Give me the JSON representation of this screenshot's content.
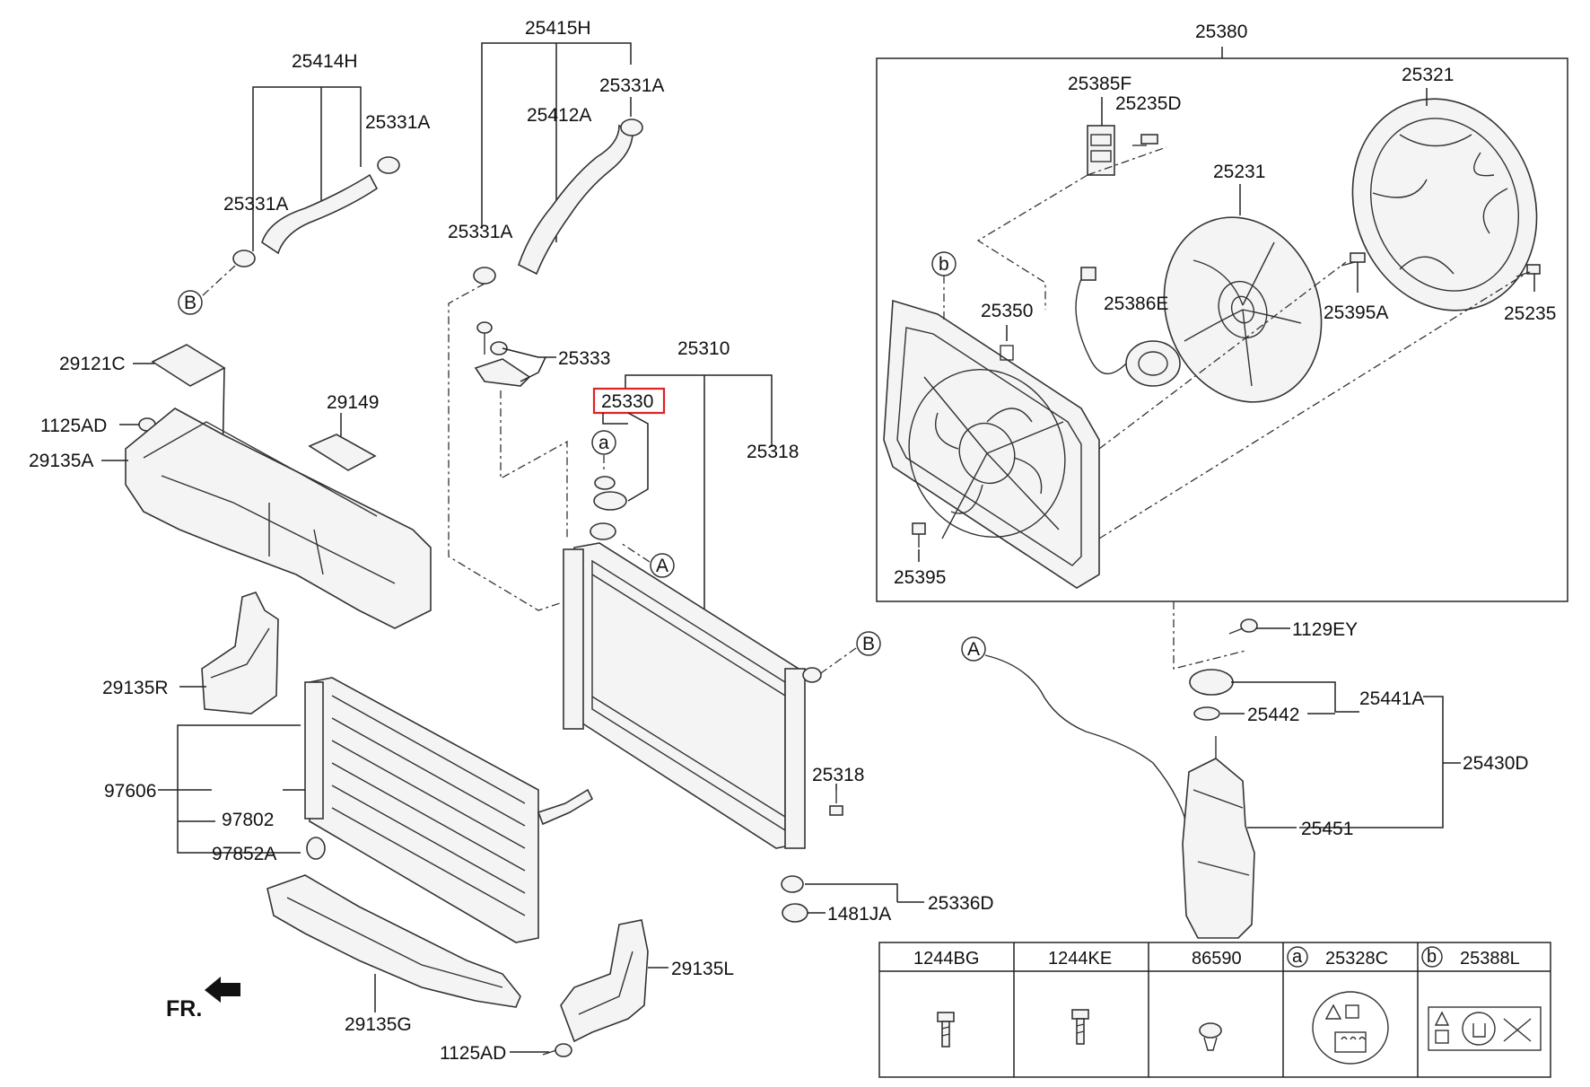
{
  "callouts": {
    "p25380": "25380",
    "p25385F": "25385F",
    "p25235D": "25235D",
    "p25321": "25321",
    "p25231": "25231",
    "p25350": "25350",
    "p25386E": "25386E",
    "p25395A": "25395A",
    "p25235": "25235",
    "p25395": "25395",
    "p25415H": "25415H",
    "p25331A_top": "25331A",
    "p25412A": "25412A",
    "p25414H": "25414H",
    "p25331A_left": "25331A",
    "p25331A_mid": "25331A",
    "p25331A_hose": "25331A",
    "p29121C": "29121C",
    "p1125AD_top": "1125AD",
    "p29135A": "29135A",
    "p29149": "29149",
    "p25333": "25333",
    "p25310": "25310",
    "p25330": "25330",
    "p25318_top": "25318",
    "p25318_bottom": "25318",
    "p29135R": "29135R",
    "p97606": "97606",
    "p97802": "97802",
    "p97852A": "97852A",
    "p25336D": "25336D",
    "p1481JA": "1481JA",
    "p29135L": "29135L",
    "p29135G": "29135G",
    "p1125AD_bottom": "1125AD",
    "p1129EY": "1129EY",
    "p25441A": "25441A",
    "p25442": "25442",
    "p25430D": "25430D",
    "p25451": "25451"
  },
  "refs": {
    "a": "a",
    "b": "b",
    "A": "A",
    "B": "B"
  },
  "direction": "FR.",
  "legend_table": {
    "headers": [
      "1244BG",
      "1244KE",
      "86590",
      "25328C",
      "25388L"
    ],
    "circle_a": "a",
    "circle_b": "b"
  },
  "highlight_color": "#dd2222"
}
